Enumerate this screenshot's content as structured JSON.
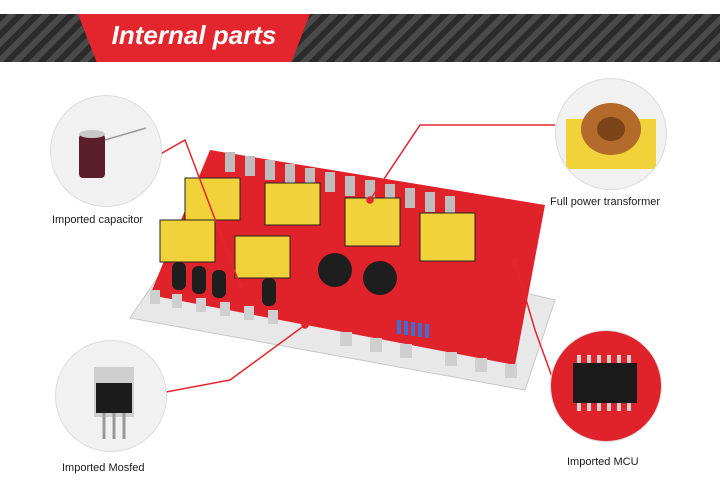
{
  "header": {
    "title": "Internal parts"
  },
  "labels": {
    "capacitor": "Imported capacitor",
    "mosfed": "Imported Mosfed",
    "transformer": "Full power transformer",
    "mcu": "Imported MCU"
  },
  "colors": {
    "accent": "#e3262d",
    "board": "#e0222a",
    "callout_line": "#e3262d",
    "transformer": "#f2d23a"
  }
}
